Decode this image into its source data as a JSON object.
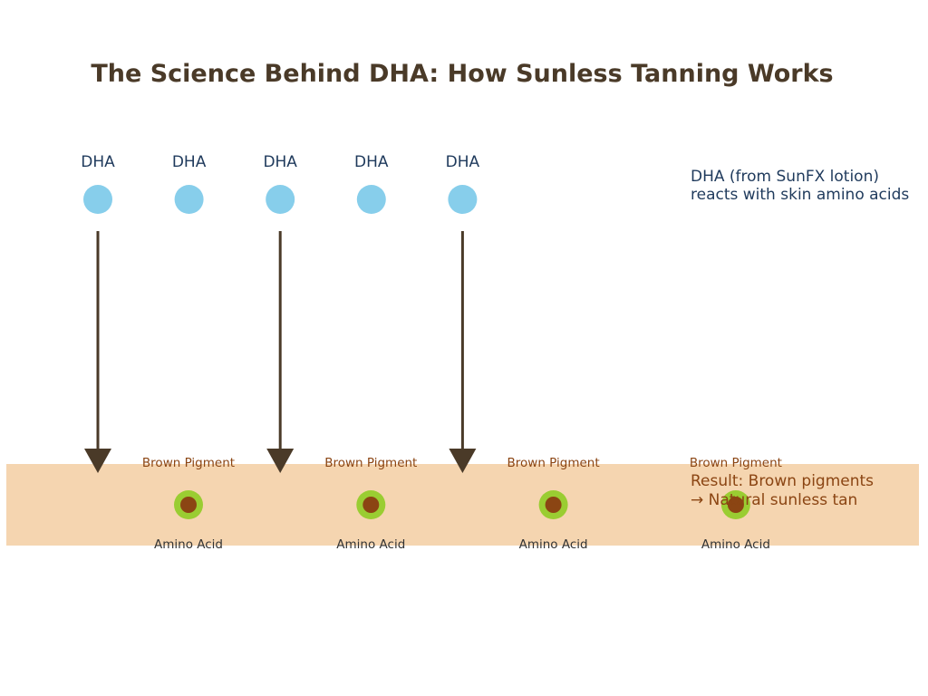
{
  "title": "The Science Behind DHA: How Sunless Tanning Works",
  "dha_molecules": [
    {
      "label": "DHA",
      "arrow": true
    },
    {
      "label": "DHA",
      "arrow": false
    },
    {
      "label": "DHA",
      "arrow": true
    },
    {
      "label": "DHA",
      "arrow": false
    },
    {
      "label": "DHA",
      "arrow": true
    }
  ],
  "skin_sites": [
    {
      "pigment_label": "Brown Pigment",
      "amino_label": "Amino Acid"
    },
    {
      "pigment_label": "Brown Pigment",
      "amino_label": "Amino Acid"
    },
    {
      "pigment_label": "Brown Pigment",
      "amino_label": "Amino Acid"
    },
    {
      "pigment_label": "Brown Pigment",
      "amino_label": "Amino Acid"
    }
  ],
  "reaction_note": {
    "line1": "DHA (from SunFX lotion)",
    "line2": "reacts with skin amino acids"
  },
  "result_note": {
    "line1": "Result: Brown pigments",
    "line2": "→ Natural sunless tan"
  },
  "colors": {
    "title": "#4a3a28",
    "dha_molecule": "#87ceeb",
    "dha_label": "#1f3a5c",
    "arrow": "#4a3a28",
    "skin_layer": "#f5d5b0",
    "amino_ring": "#9acd32",
    "pigment_core": "#8b4513",
    "pigment_label": "#8b4513",
    "amino_label": "#333333",
    "reaction_note": "#1f3a5c",
    "result_note": "#8b4513"
  }
}
